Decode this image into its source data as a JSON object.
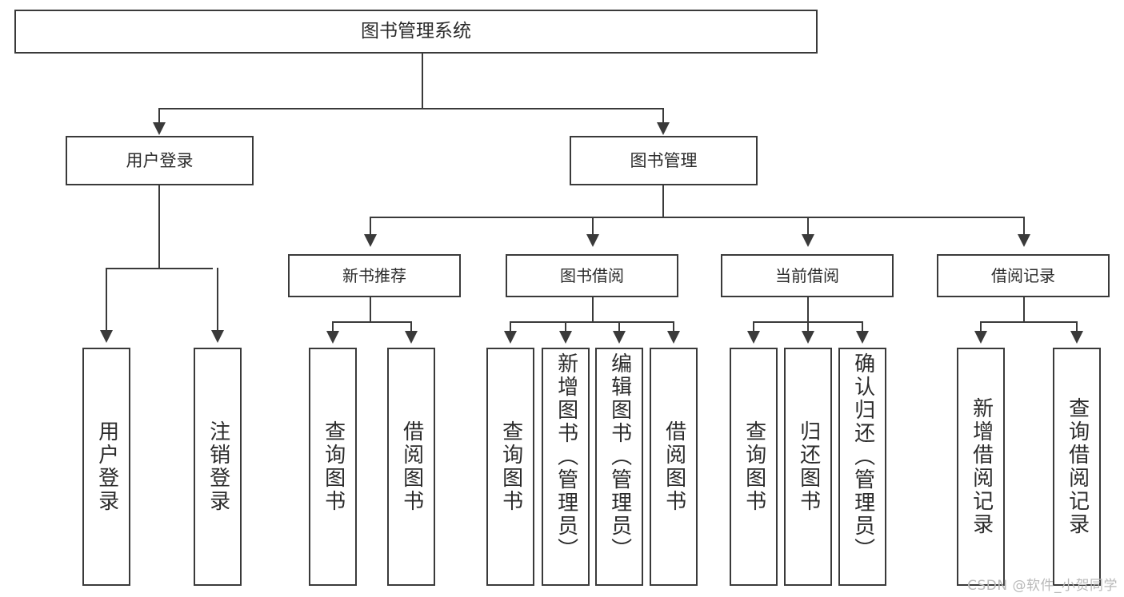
{
  "diagram": {
    "type": "tree-hierarchy",
    "title": "图书管理系统",
    "root": {
      "label": "图书管理系统"
    },
    "level1": [
      {
        "label": "用户登录"
      },
      {
        "label": "图书管理"
      }
    ],
    "level2": [
      {
        "label": "新书推荐"
      },
      {
        "label": "图书借阅"
      },
      {
        "label": "当前借阅"
      },
      {
        "label": "借阅记录"
      }
    ],
    "leaves": {
      "user_login": [
        {
          "label": "用户登录"
        },
        {
          "label": "注销登录"
        }
      ],
      "new_book": [
        {
          "label": "查询图书"
        },
        {
          "label": "借阅图书"
        }
      ],
      "book_borrow": [
        {
          "label": "查询图书"
        },
        {
          "label": "新增图书（管理员）"
        },
        {
          "label": "编辑图书（管理员）"
        },
        {
          "label": "借阅图书"
        }
      ],
      "current_borrow": [
        {
          "label": "查询图书"
        },
        {
          "label": "归还图书"
        },
        {
          "label": "确认归还（管理员）"
        }
      ],
      "borrow_record": [
        {
          "label": "新增借阅记录"
        },
        {
          "label": "查询借阅记录"
        }
      ]
    }
  },
  "watermark": {
    "text": "CSDN @软件_小贺同学"
  },
  "colors": {
    "stroke": "#3a3a3a",
    "fill": "#ffffff",
    "text": "#2b2b2b",
    "watermark": "#b9b9b9"
  }
}
